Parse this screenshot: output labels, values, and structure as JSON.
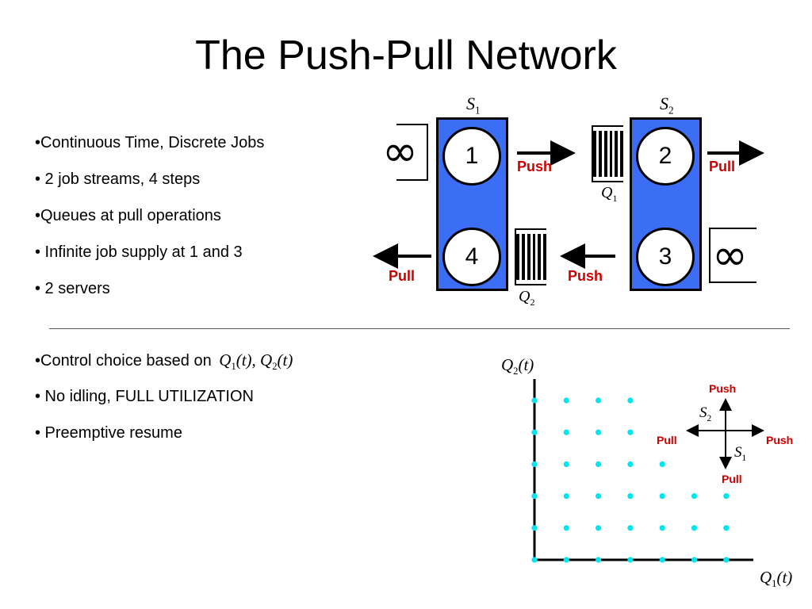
{
  "title": "The Push-Pull Network",
  "bullets_top": [
    "•Continuous Time, Discrete Jobs",
    "• 2 job streams, 4 steps",
    "•Queues at pull operations",
    "• Infinite job supply at 1 and 3",
    "• 2 servers"
  ],
  "bullets_bottom": {
    "control_prefix": "•Control choice based on",
    "control_math": "Q1(t), Q2(t)",
    "items": [
      "• No idling, FULL UTILIZATION",
      "• Preemptive resume"
    ]
  },
  "network": {
    "server1_label": "S1",
    "server2_label": "S2",
    "steps": [
      "1",
      "2",
      "3",
      "4"
    ],
    "infinity": "∞",
    "queue1_label": "Q1",
    "queue2_label": "Q2",
    "step1_action": "Push",
    "step2_action": "Pull",
    "step3_action": "Push",
    "step4_action": "Pull"
  },
  "state_space": {
    "y_axis_label": "Q2(t)",
    "x_axis_label": "Q1(t)",
    "dot_color": "#00e5ee",
    "points": [
      [
        0,
        0
      ],
      [
        1,
        0
      ],
      [
        2,
        0
      ],
      [
        3,
        0
      ],
      [
        4,
        0
      ],
      [
        5,
        0
      ],
      [
        6,
        0
      ],
      [
        0,
        1
      ],
      [
        1,
        1
      ],
      [
        2,
        1
      ],
      [
        3,
        1
      ],
      [
        4,
        1
      ],
      [
        5,
        1
      ],
      [
        6,
        1
      ],
      [
        0,
        2
      ],
      [
        1,
        2
      ],
      [
        2,
        2
      ],
      [
        3,
        2
      ],
      [
        4,
        2
      ],
      [
        5,
        2
      ],
      [
        6,
        2
      ],
      [
        0,
        3
      ],
      [
        1,
        3
      ],
      [
        2,
        3
      ],
      [
        3,
        3
      ],
      [
        4,
        3
      ],
      [
        0,
        4
      ],
      [
        1,
        4
      ],
      [
        2,
        4
      ],
      [
        3,
        4
      ],
      [
        0,
        5
      ],
      [
        1,
        5
      ],
      [
        2,
        5
      ],
      [
        3,
        5
      ]
    ],
    "legend": {
      "up": "Push",
      "down": "Pull",
      "left": "Pull",
      "right": "Push",
      "s2": "S2",
      "s1": "S1"
    }
  },
  "colors": {
    "server_fill": "#3b6ef5",
    "action_text": "#cc0000",
    "dot": "#00e5ee"
  }
}
